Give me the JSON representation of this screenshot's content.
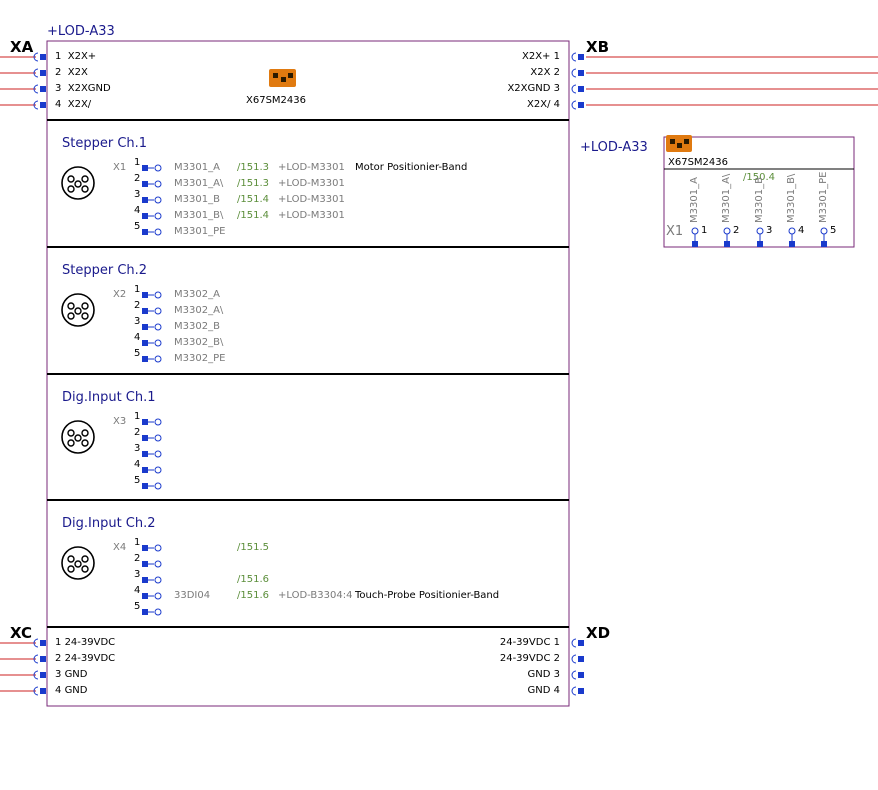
{
  "module": {
    "tag": "+LOD-A33",
    "part_number": "X67SM2436",
    "connectors": {
      "xa": {
        "name": "XA",
        "pins": [
          {
            "num": "1",
            "label": "X2X+"
          },
          {
            "num": "2",
            "label": "X2X"
          },
          {
            "num": "3",
            "label": "X2XGND"
          },
          {
            "num": "4",
            "label": "X2X/"
          }
        ]
      },
      "xb": {
        "name": "XB",
        "pins": [
          {
            "num": "1",
            "label": "X2X+"
          },
          {
            "num": "2",
            "label": "X2X"
          },
          {
            "num": "3",
            "label": "X2XGND"
          },
          {
            "num": "4",
            "label": "X2X/"
          }
        ]
      },
      "xc": {
        "name": "XC",
        "pins": [
          {
            "num": "1",
            "label": "24-39VDC"
          },
          {
            "num": "2",
            "label": "24-39VDC"
          },
          {
            "num": "3",
            "label": "GND"
          },
          {
            "num": "4",
            "label": "GND"
          }
        ]
      },
      "xd": {
        "name": "XD",
        "pins": [
          {
            "num": "1",
            "label": "24-39VDC"
          },
          {
            "num": "2",
            "label": "24-39VDC"
          },
          {
            "num": "3",
            "label": "GND"
          },
          {
            "num": "4",
            "label": "GND"
          }
        ]
      }
    },
    "channels": [
      {
        "title": "Stepper Ch.1",
        "port": "X1",
        "pins": [
          "1",
          "2",
          "3",
          "4",
          "5"
        ],
        "signals": [
          "M3301_A",
          "M3301_A\\",
          "M3301_B",
          "M3301_B\\",
          "M3301_PE"
        ],
        "refs": [
          "/151.3",
          "/151.3",
          "/151.4",
          "/151.4",
          ""
        ],
        "targets": [
          "+LOD-M3301",
          "+LOD-M3301",
          "+LOD-M3301",
          "+LOD-M3301",
          ""
        ],
        "descs": [
          "Motor Positionier-Band",
          "",
          "",
          "",
          ""
        ]
      },
      {
        "title": "Stepper Ch.2",
        "port": "X2",
        "pins": [
          "1",
          "2",
          "3",
          "4",
          "5"
        ],
        "signals": [
          "M3302_A",
          "M3302_A\\",
          "M3302_B",
          "M3302_B\\",
          "M3302_PE"
        ],
        "refs": [
          "",
          "",
          "",
          "",
          ""
        ],
        "targets": [
          "",
          "",
          "",
          "",
          ""
        ],
        "descs": [
          "",
          "",
          "",
          "",
          ""
        ]
      },
      {
        "title": "Dig.Input Ch.1",
        "port": "X3",
        "pins": [
          "1",
          "2",
          "3",
          "4",
          "5"
        ],
        "signals": [
          "",
          "",
          "",
          "",
          ""
        ],
        "refs": [
          "",
          "",
          "",
          "",
          ""
        ],
        "targets": [
          "",
          "",
          "",
          "",
          ""
        ],
        "descs": [
          "",
          "",
          "",
          "",
          ""
        ]
      },
      {
        "title": "Dig.Input Ch.2",
        "port": "X4",
        "pins": [
          "1",
          "2",
          "3",
          "4",
          "5"
        ],
        "signals": [
          "",
          "",
          "",
          "33DI04",
          ""
        ],
        "refs": [
          "/151.5",
          "",
          "/151.6",
          "/151.6",
          ""
        ],
        "targets": [
          "",
          "",
          "",
          "+LOD-B3304:4",
          ""
        ],
        "descs": [
          "",
          "",
          "",
          "Touch-Probe Positionier-Band",
          ""
        ]
      }
    ]
  },
  "crossref": {
    "tag": "+LOD-A33",
    "part_number": "X67SM2436",
    "page_ref": "/150.4",
    "port": "X1",
    "pins": [
      "1",
      "2",
      "3",
      "4",
      "5"
    ],
    "signals": [
      "M3301_A",
      "M3301_A\\",
      "M3301_B",
      "M3301_B\\",
      "M3301_PE"
    ]
  },
  "colors": {
    "frame": "#7a2a7a",
    "wire": "#cc2222",
    "terminal": "#1a3acc",
    "title": "#1a1a8c",
    "ref": "#5b8e3a",
    "logo": "#e07a10"
  }
}
